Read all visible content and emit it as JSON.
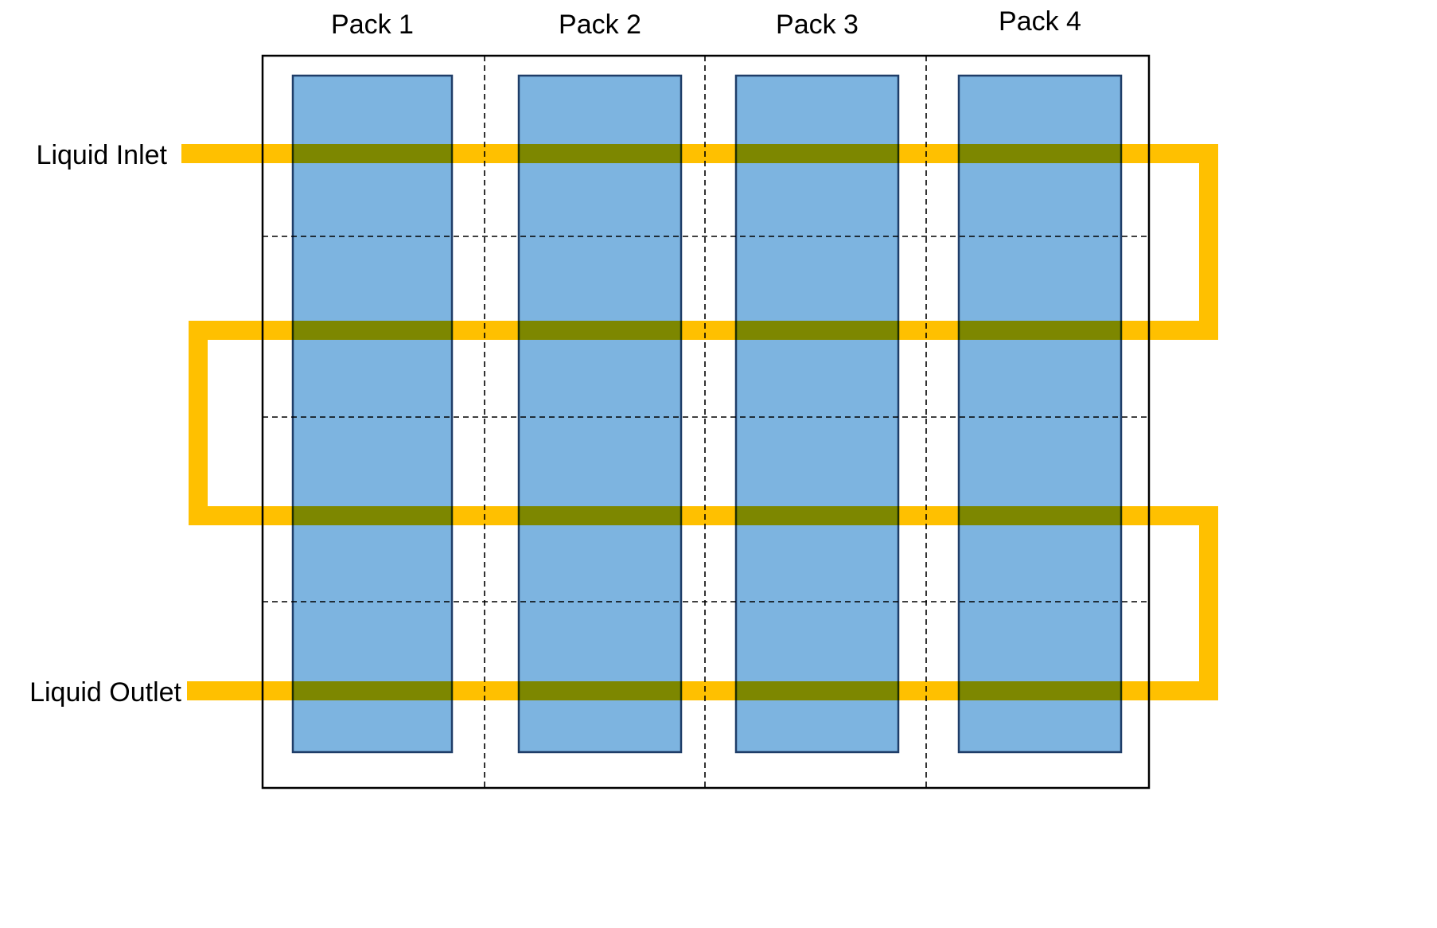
{
  "diagram": {
    "packs": [
      {
        "label": "Pack 1"
      },
      {
        "label": "Pack 2"
      },
      {
        "label": "Pack 3"
      },
      {
        "label": "Pack 4"
      }
    ],
    "labels": {
      "inlet": "Liquid Inlet",
      "outlet": "Liquid Outlet"
    },
    "colors": {
      "pipe": "#FFC000",
      "pack_fill": "#7DB4E0",
      "pack_border": "#1F3D68",
      "line": "#000000"
    }
  }
}
